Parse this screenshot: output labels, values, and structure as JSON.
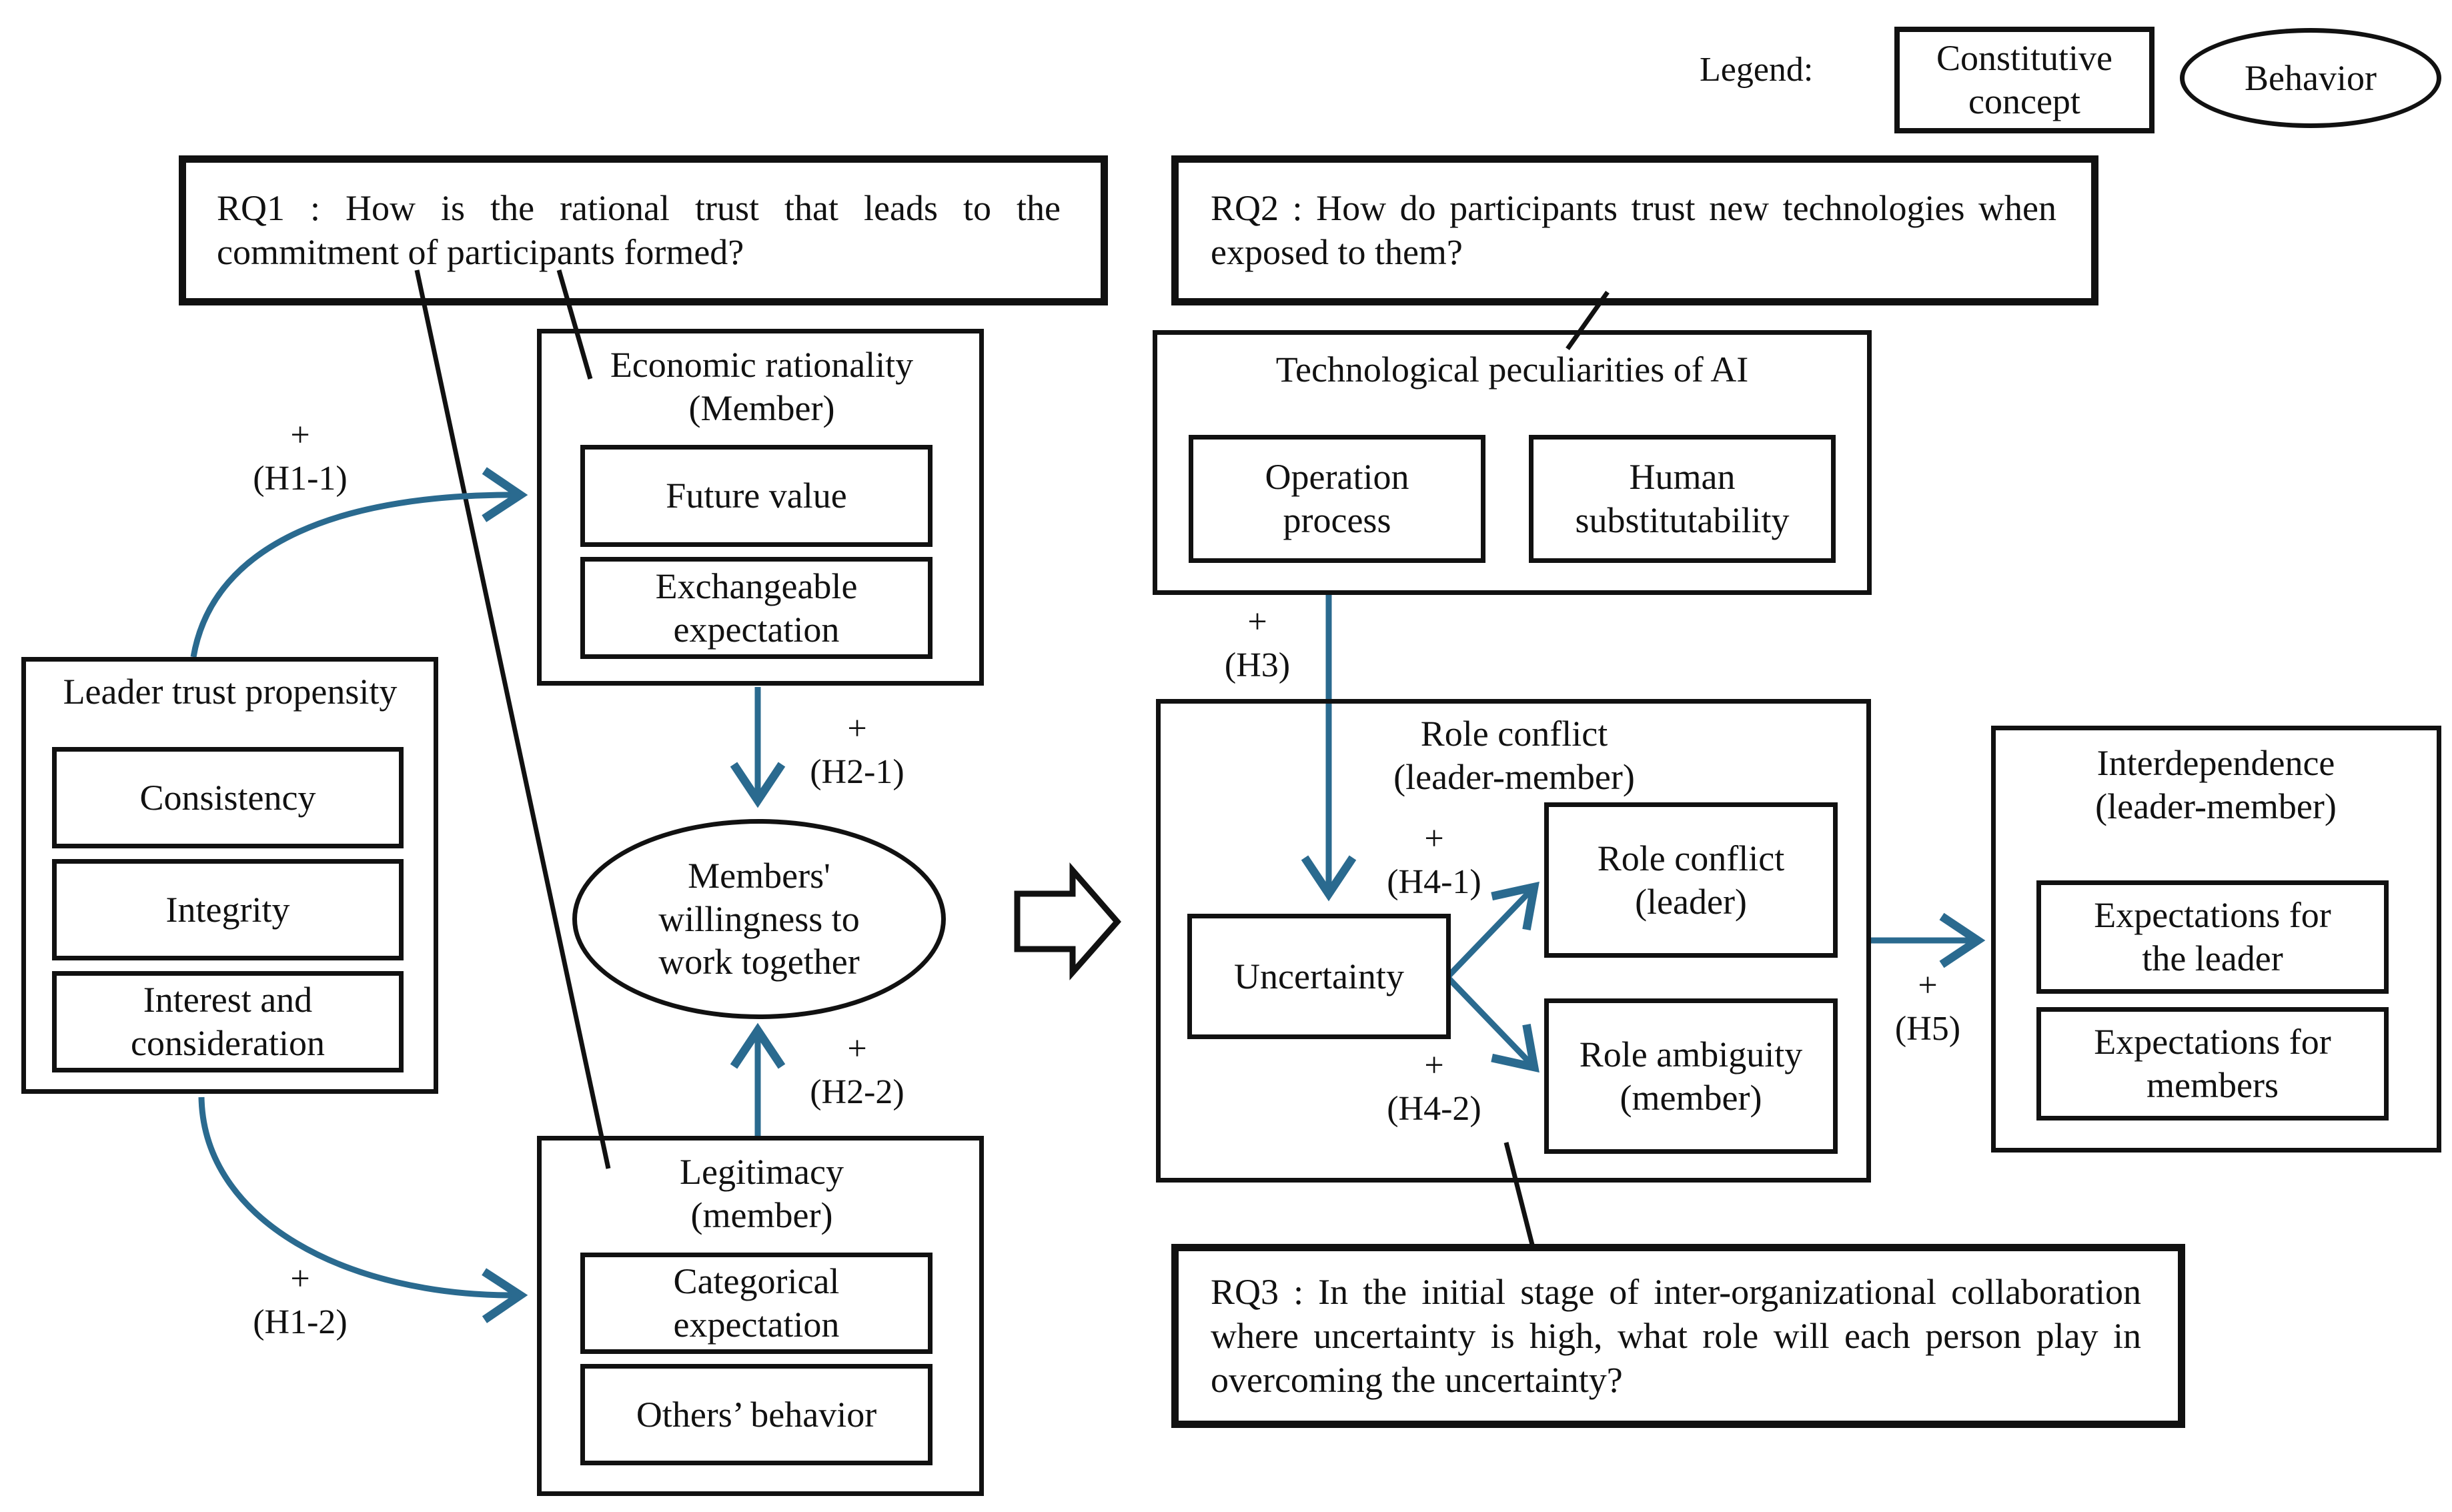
{
  "legend": {
    "label": "Legend:",
    "box_label": "Constitutive\nconcept",
    "ellipse_label": "Behavior"
  },
  "rq1": "RQ1 : How is the rational trust that leads to the commitment of participants formed?",
  "rq2": "RQ2 : How do participants trust new technologies when exposed to them?",
  "rq3": "RQ3 : In the initial stage of inter-organizational collaboration where uncertainty is high, what role will each person play in overcoming the uncertainty?",
  "leader_trust": {
    "title": "Leader trust propensity",
    "items": [
      "Consistency",
      "Integrity",
      "Interest and\nconsideration"
    ]
  },
  "economic": {
    "title": "Economic rationality\n(Member)",
    "items": [
      "Future value",
      "Exchangeable\nexpectation"
    ]
  },
  "legitimacy": {
    "title": "Legitimacy\n(member)",
    "items": [
      "Categorical\nexpectation",
      "Others’ behavior"
    ]
  },
  "willingness": "Members'\nwillingness to\nwork together",
  "tech": {
    "title": "Technological peculiarities of AI",
    "items": [
      "Operation\nprocess",
      "Human\nsubstitutability"
    ]
  },
  "role_conflict": {
    "title": "Role conflict\n(leader-member)",
    "uncertainty": "Uncertainty",
    "leader": "Role conflict\n(leader)",
    "member": "Role ambiguity\n(member)"
  },
  "interdependence": {
    "title": "Interdependence\n(leader-member)",
    "items": [
      "Expectations for\nthe leader",
      "Expectations for\nmembers"
    ]
  },
  "hypotheses": {
    "h1_1": "+\n(H1-1)",
    "h1_2": "+\n(H1-2)",
    "h2_1": "+\n(H2-1)",
    "h2_2": "+\n(H2-2)",
    "h3": "+\n(H3)",
    "h4_1": "+\n(H4-1)",
    "h4_2": "+\n(H4-2)",
    "h5": "+\n(H5)"
  },
  "colors": {
    "arrow": "#2a6a8f",
    "line": "#111111"
  }
}
